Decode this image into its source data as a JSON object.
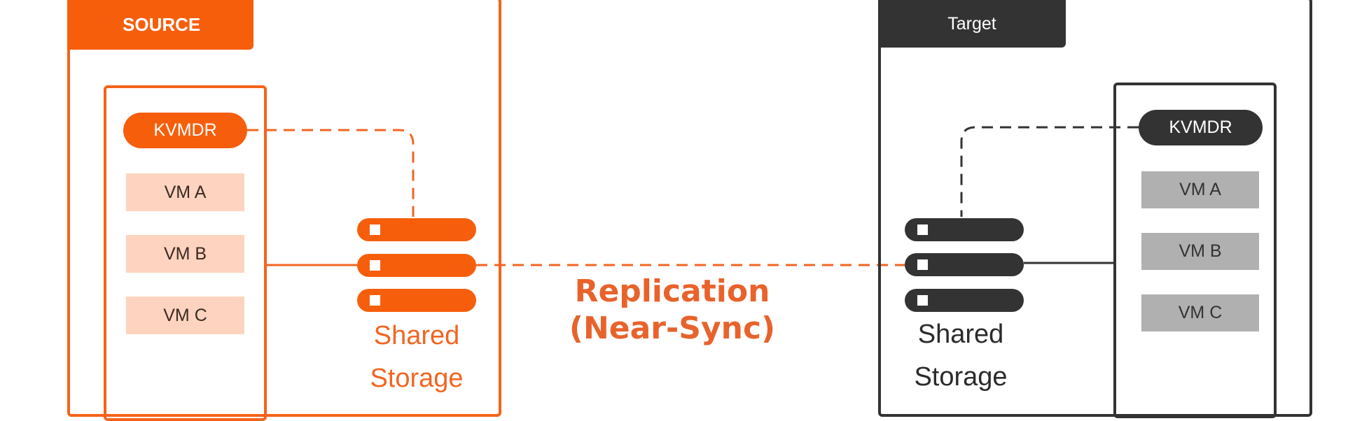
{
  "source": {
    "title": "SOURCE",
    "kvmdr_label": "KVMDR",
    "vms": [
      "VM A",
      "VM B",
      "VM C"
    ],
    "storage_label_1": "Shared",
    "storage_label_2": "Storage"
  },
  "target": {
    "title": "Target",
    "kvmdr_label": "KVMDR",
    "vms": [
      "VM A",
      "VM B",
      "VM C"
    ],
    "storage_label_1": "Shared",
    "storage_label_2": "Storage"
  },
  "replication": {
    "line1": "Replication",
    "line2": "(Near-Sync)"
  },
  "colors": {
    "source_accent": "#f75e0c",
    "source_vm_fill": "#fed3bf",
    "target_accent": "#333333",
    "target_vm_fill": "#b0b0b0"
  }
}
